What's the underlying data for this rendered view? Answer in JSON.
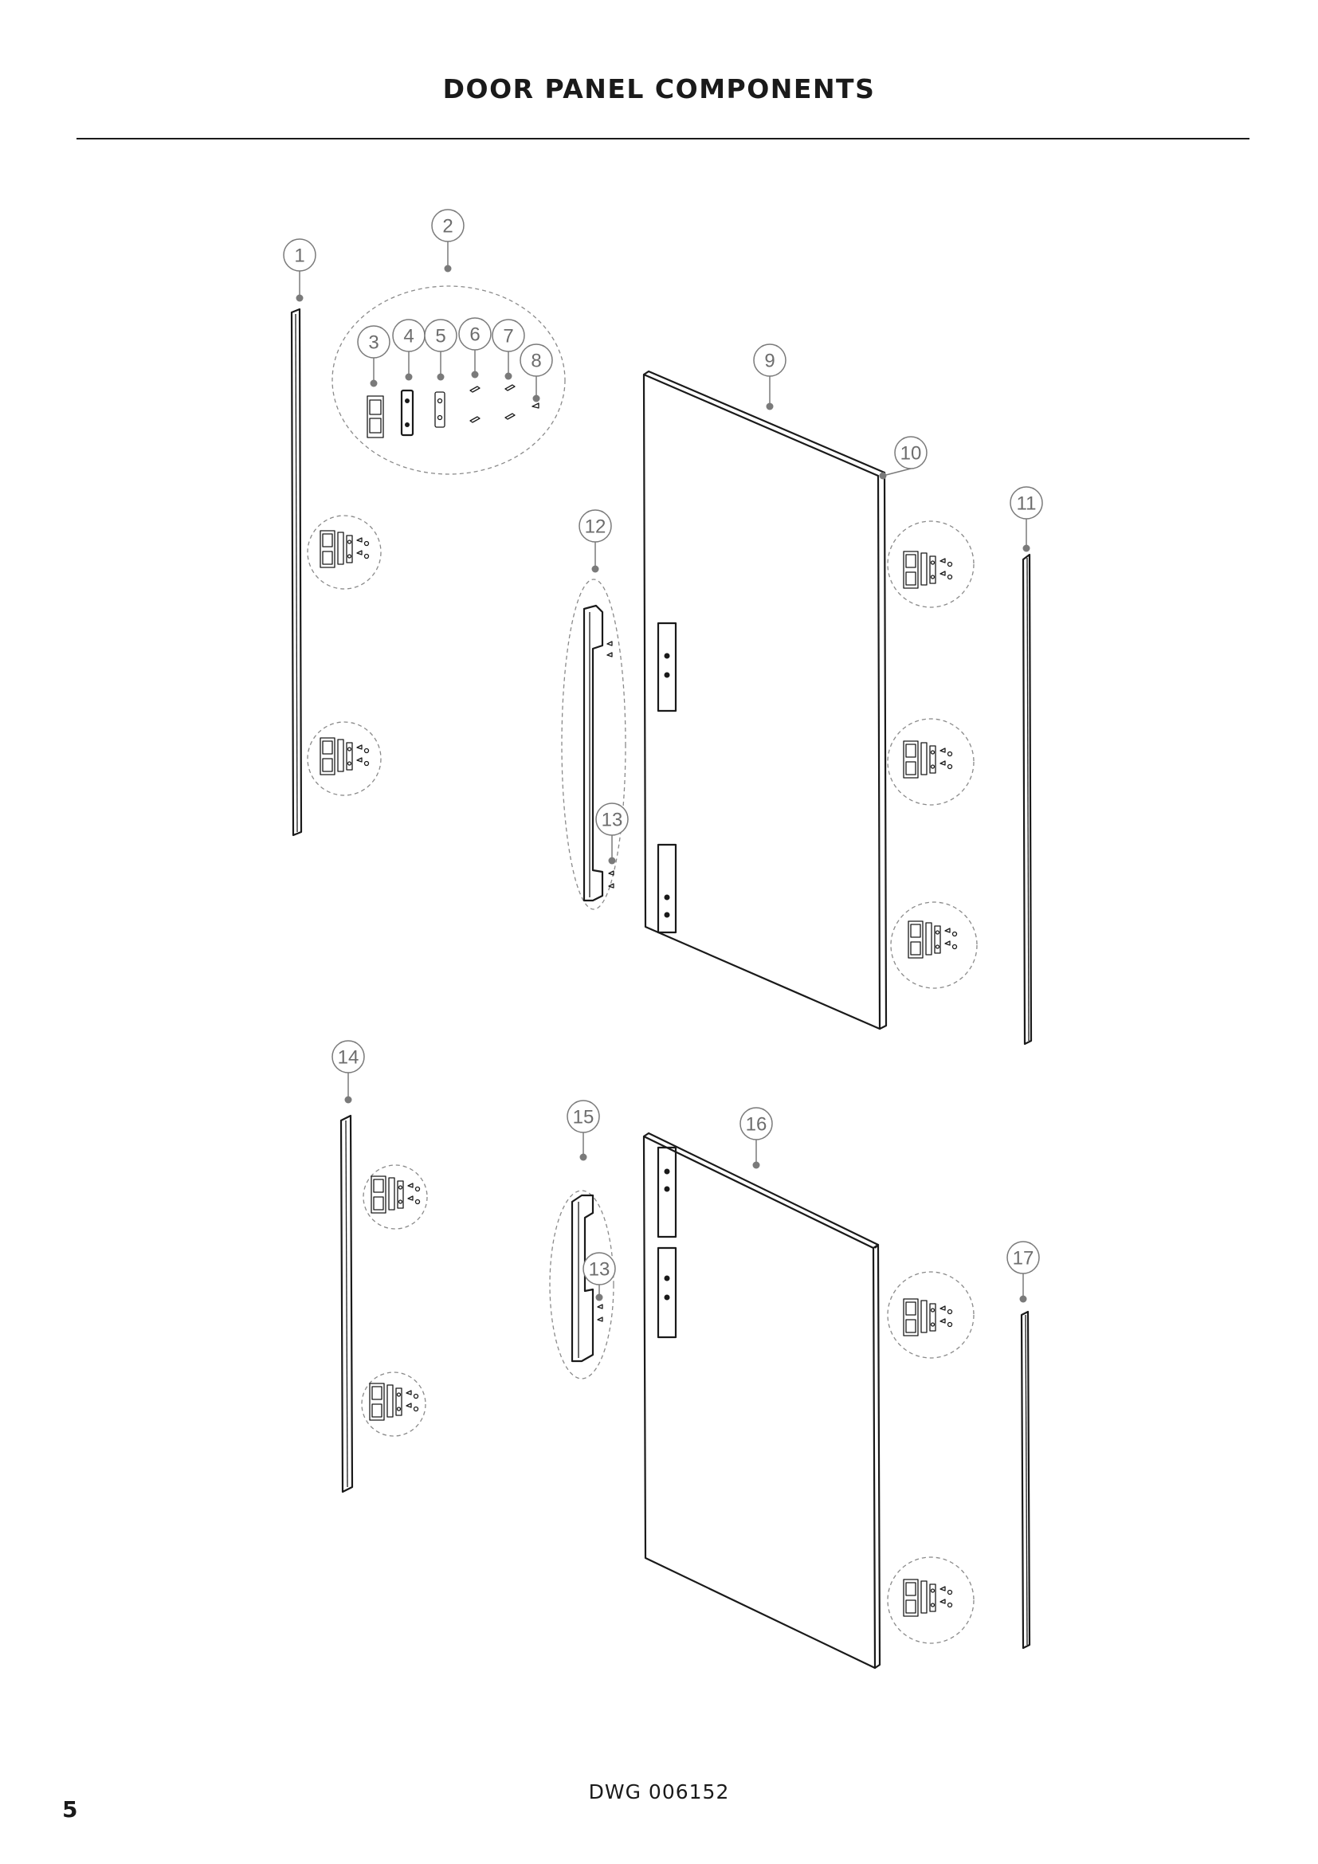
{
  "header": {
    "title": "DOOR PANEL COMPONENTS"
  },
  "diagram": {
    "callouts": [
      "1",
      "2",
      "3",
      "4",
      "5",
      "6",
      "7",
      "8",
      "9",
      "10",
      "11",
      "12",
      "13",
      "13",
      "14",
      "15",
      "16",
      "17"
    ]
  },
  "footer": {
    "drawing_number": "DWG 006152",
    "page_number": "5"
  },
  "colors": {
    "ink": "#1a1a1a",
    "callout": "#7a7a7a",
    "background": "#ffffff"
  }
}
